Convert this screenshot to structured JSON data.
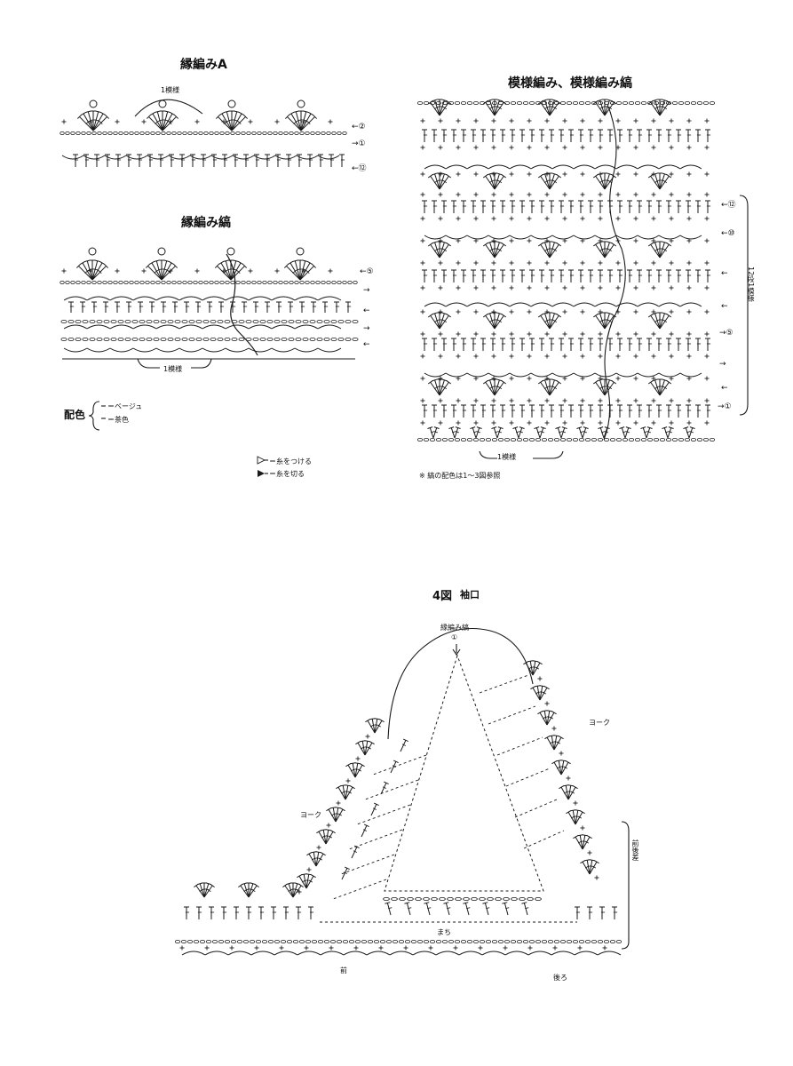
{
  "panel_a": {
    "title": "縁編みA",
    "repeat_label": "1模様",
    "row_markers": [
      "←②",
      "→①",
      "←⑫"
    ]
  },
  "panel_b": {
    "title": "縁編み縞",
    "repeat_label": "1模様",
    "row_markers": [
      "←⑤",
      "→",
      "←",
      "→",
      "←"
    ]
  },
  "color_key": {
    "label": "配色",
    "entries": [
      "＝ベージュ",
      "＝茶色"
    ]
  },
  "yarn_key": {
    "attach": "＝糸をつける",
    "cut": "＝糸を切る"
  },
  "panel_c": {
    "title": "模様編み、模様編み縞",
    "repeat_label": "1模様",
    "row_markers": [
      "←⑫",
      "←⑩",
      "←",
      "←",
      "→⑤",
      "→",
      "←",
      "→①"
    ],
    "bracket_label": "12段1模様",
    "note": "※ 縞の配色は1～3図参照"
  },
  "figure4": {
    "title": "4図",
    "subtitle": "袖口",
    "top_label": "縁編み縞",
    "top_marker": "①",
    "yoke_left": "ヨーク",
    "yoke_right": "ヨーク",
    "side_label": "前後差",
    "gusset_label": "まち",
    "front_label": "前",
    "back_label": "後ろ"
  },
  "colors": {
    "ink": "#1a1a1a",
    "background": "#ffffff"
  }
}
